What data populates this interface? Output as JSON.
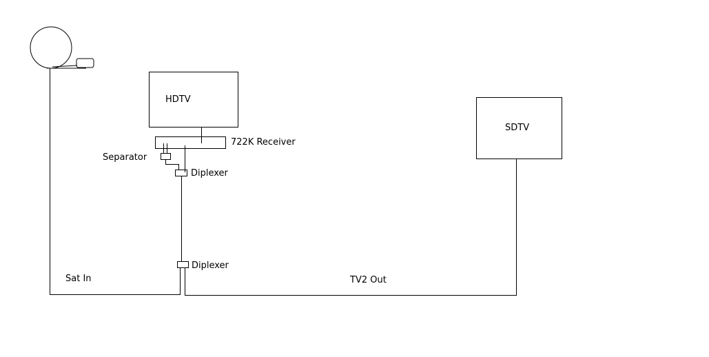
{
  "diagram": {
    "line_color": "#000000",
    "background": "#ffffff",
    "labels": {
      "hdtv": "HDTV",
      "sdtv": "SDTV",
      "receiver": "722K Receiver",
      "separator": "Separator",
      "diplexer_top": "Diplexer",
      "diplexer_bottom": "Diplexer",
      "sat_in": "Sat In",
      "tv2_out": "TV2 Out"
    },
    "icons": {
      "satellite": "satellite-dish-icon"
    }
  }
}
